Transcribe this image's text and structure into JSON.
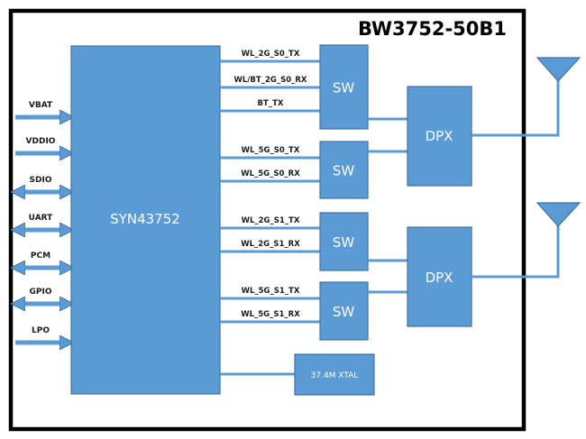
{
  "title": "BW3752-50B1",
  "colors": {
    "block_fill": "#5b9bd5",
    "block_stroke": "#41719c",
    "frame": "#000000",
    "label_text": "#1a1a1a",
    "block_text": "#ffffff"
  },
  "main_chip": {
    "label": "SYN43752"
  },
  "pins": [
    {
      "label": "VBAT",
      "direction": "in"
    },
    {
      "label": "VDDIO",
      "direction": "in"
    },
    {
      "label": "SDIO",
      "direction": "bidirectional"
    },
    {
      "label": "UART",
      "direction": "bidirectional"
    },
    {
      "label": "PCM",
      "direction": "bidirectional"
    },
    {
      "label": "GPIO",
      "direction": "bidirectional"
    },
    {
      "label": "LPO",
      "direction": "in"
    }
  ],
  "signals": [
    {
      "label": "WL_2G_S0_TX",
      "to": "SW 1"
    },
    {
      "label": "WL/BT_2G_S0_RX",
      "to": "SW 1"
    },
    {
      "label": "BT_TX",
      "to": "SW 1"
    },
    {
      "label": "WL_5G_S0_TX",
      "to": "SW 2"
    },
    {
      "label": "WL_5G_S0_RX",
      "to": "SW 2"
    },
    {
      "label": "WL_2G_S1_TX",
      "to": "SW 3"
    },
    {
      "label": "WL_2G_S1_RX",
      "to": "SW 3"
    },
    {
      "label": "WL_5G_S1_TX",
      "to": "SW 4"
    },
    {
      "label": "WL_5G_S1_RX",
      "to": "SW 4"
    }
  ],
  "switches": [
    {
      "label": "SW",
      "to": "DPX 1"
    },
    {
      "label": "SW",
      "to": "DPX 1"
    },
    {
      "label": "SW",
      "to": "DPX 2"
    },
    {
      "label": "SW",
      "to": "DPX 2"
    }
  ],
  "diplexers": [
    {
      "label": "DPX",
      "to": "antenna-1"
    },
    {
      "label": "DPX",
      "to": "antenna-2"
    }
  ],
  "antennas": [
    {
      "icon": "antenna-icon"
    },
    {
      "icon": "antenna-icon"
    }
  ],
  "crystal": {
    "label": "37.4M XTAL"
  }
}
